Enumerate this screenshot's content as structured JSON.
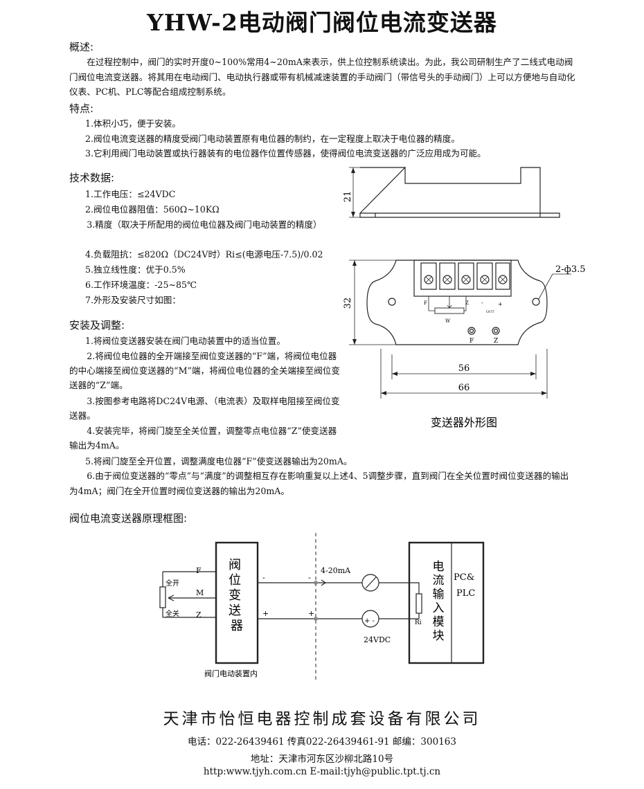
{
  "title": "YHW-2电动阀门阀位电流变送器",
  "overview": {
    "heading": "概述:",
    "text": "在过程控制中，阀门的实时开度0~100%常用4~20mA来表示，供上位控制系统读出。为此，我公司研制生产了二线式电动阀门阀位电流变送器。将其用在电动阀门、电动执行器或带有机械减速装置的手动阀门（带信号头的手动阀门）上可以方便地与自动化仪表、PC机、PLC等配合组成控制系统。"
  },
  "features": {
    "heading": "特点:",
    "items": [
      "1.体积小巧，便于安装。",
      "2.阀位电流变送器的精度受阀门电动装置原有电位器的制约，在一定程度上取决于电位器的精度。",
      "3.它利用阀门电动装置或执行器装有的电位器作位置传感器，使得阀位电流变送器的广泛应用成为可能。"
    ]
  },
  "tech": {
    "heading": "技术数据:",
    "items": [
      "1.工作电压：≤24VDC",
      "2.阀位电位器阻值：560Ω~10KΩ",
      "3.精度（取决于所配用的阀位电位器及阀门电动装置的精度）",
      "4.负载阻抗：≤820Ω（DC24V时）Ri≤(电源电压-7.5)/0.02",
      "5.独立线性度：优于0.5%",
      "6.工作环境温度：-25~85℃",
      "7.外形及安装尺寸如图："
    ]
  },
  "install": {
    "heading": "安装及调整:",
    "items": [
      "1.将阀位变送器安装在阀门电动装置中的适当位置。",
      "2.将阀位电位器的全开端接至阀位变送器的“F”端，将阀位电位器的中心端接至阀位变送器的“M”端，将阀位电位器的全关端接至阀位变送器的“Z”端。",
      "3.按图参考电路将DC24V电源、（电流表）及取样电阻接至阀位变送器。",
      "4.安装完毕，将阀门旋至全关位置，调整零点电位器“Z”使变送器输出为4mA。",
      "5.将阀门旋至全开位置，调整满度电位器“F”使变送器输出为20mA。",
      "6.由于阀位变送器的“零点”与“满度”的调整相互存在影响重复以上述4、5调整步骤，直到阀门在全关位置时阀位变送器的输出为4mA；阀门在全开位置时阀位变送器的输出为20mA。"
    ]
  },
  "outline": {
    "caption": "变送器外形图",
    "dim_height_side": "21",
    "dim_height_top": "32",
    "dim_width_inner": "56",
    "dim_width_outer": "66",
    "hole_label": "2-ф3.5",
    "terminal_labels": [
      "F",
      "W",
      "Z",
      "-",
      "+"
    ],
    "out_label": "OUT",
    "pot_w": "W",
    "pot_f": "F",
    "pot_z": "Z"
  },
  "block": {
    "heading": "阀位电流变送器原理框图:",
    "transmitter": "阀位变送器",
    "label_full_open": "全开",
    "label_full_close": "全关",
    "pin_f": "F",
    "pin_m": "M",
    "pin_z": "Z",
    "minus_a": "-",
    "minus_b": "-",
    "plus_a": "+",
    "plus_b": "+",
    "current": "4-20mA",
    "supply": "24VDC",
    "supply_signs": "+ -",
    "ri": "Ri",
    "module": "电流输入模块",
    "plc": "PC&",
    "plc2": "PLC",
    "valve_side": "阀门电动装置内"
  },
  "footer": {
    "company": "天津市怡恒电器控制成套设备有限公司",
    "contact": "电话：022-26439461   传真022-26439461-91    邮编：300163",
    "address": "地址：天津市河东区沙柳北路10号",
    "web": "http:www.tjyh.com.cn      E-mail:tjyh@public.tpt.tj.cn"
  }
}
